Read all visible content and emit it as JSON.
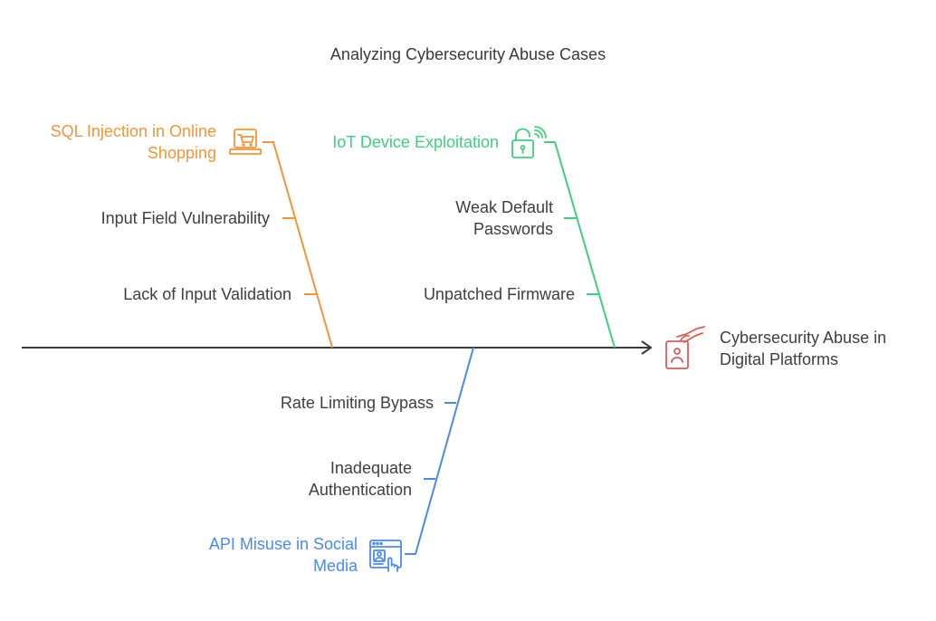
{
  "title": "Analyzing Cybersecurity Abuse Cases",
  "head": {
    "label_line1": "Cybersecurity Abuse in",
    "label_line2": "Digital Platforms",
    "color": "#e05a5a",
    "icon": "clipboard-hand-icon"
  },
  "categories": {
    "sql": {
      "title_line1": "SQL Injection in Online",
      "title_line2": "Shopping",
      "color": "#f0953a",
      "icon": "shopping-cart-laptop-icon",
      "causes": [
        "Input Field Vulnerability",
        "Lack of Input Validation"
      ]
    },
    "iot": {
      "title": "IoT Device Exploitation",
      "color": "#3ecf7f",
      "icon": "wireless-lock-icon",
      "causes": [
        {
          "line1": "Weak Default",
          "line2": "Passwords"
        },
        {
          "line1": "Unpatched Firmware",
          "line2": ""
        }
      ]
    },
    "api": {
      "title_line1": "API Misuse in Social",
      "title_line2": "Media",
      "color": "#4a8af0",
      "icon": "web-profile-touch-icon",
      "causes": [
        "Rate Limiting Bypass",
        {
          "line1": "Inadequate",
          "line2": "Authentication"
        }
      ]
    }
  }
}
